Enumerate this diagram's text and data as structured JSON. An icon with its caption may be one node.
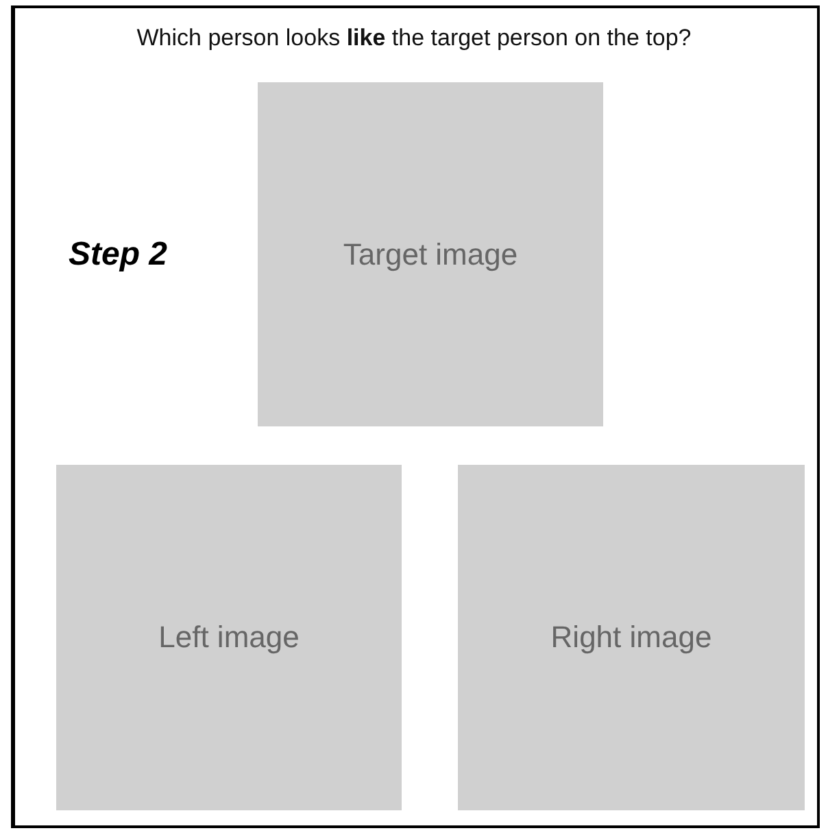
{
  "diagram": {
    "title": "Which person looks **like** the target person on the top?",
    "nodes": [
      {
        "text": [
          "Target image"
        ]
      },
      {
        "text": [
          "Left image"
        ]
      },
      {
        "text": [
          "Right image"
        ]
      }
    ],
    "labels": [
      "Step 2"
    ]
  }
}
